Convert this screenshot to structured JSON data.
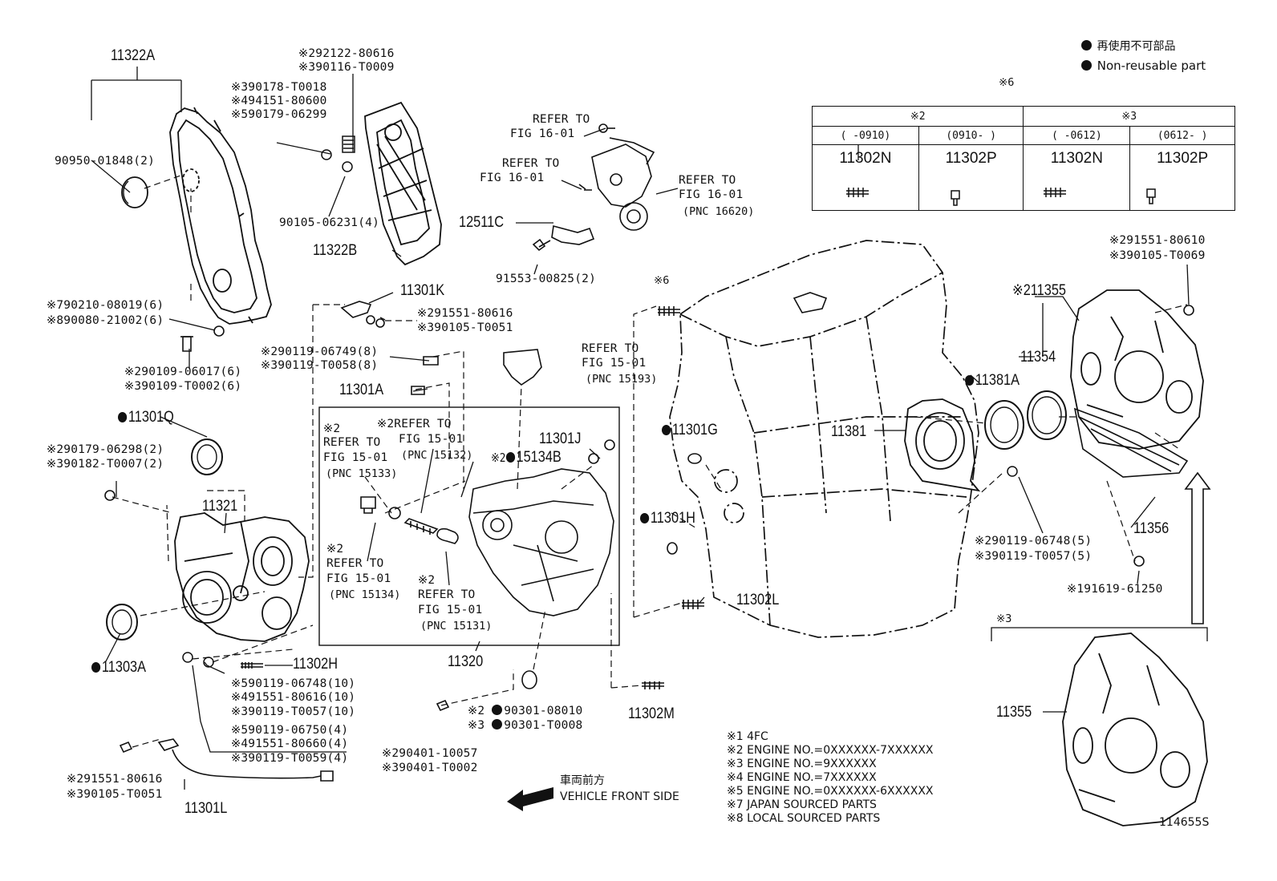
{
  "legend": {
    "line1": "再使用不可部品",
    "line2": "Non-reusable part"
  },
  "diagram_id": "114655S",
  "front_label": {
    "jp": "車両前方",
    "en": "VEHICLE FRONT SIDE"
  },
  "table": {
    "top_note": "※6",
    "groups": [
      "※2",
      "※3"
    ],
    "ranges": [
      "(    -0910)",
      "(0910-    )",
      "(    -0612)",
      "(0612-    )"
    ],
    "parts": [
      "11302N",
      "11302P",
      "11302N",
      "11302P"
    ]
  },
  "notes": [
    "※1 4FC",
    "※2 ENGINE NO.=0XXXXXX-7XXXXXX",
    "※3 ENGINE NO.=9XXXXXX",
    "※4 ENGINE NO.=7XXXXXX",
    "※5 ENGINE NO.=0XXXXXX-6XXXXXX",
    "※7 JAPAN SOURCED PARTS",
    "※8 LOCAL SOURCED PARTS"
  ],
  "labels": {
    "p11322A": "11322A",
    "p90950": "90950-01848(2)",
    "p292122": "※292122-80616",
    "p390116": "※390116-T0009",
    "p390178": "※390178-T0018",
    "p494151": "※494151-80600",
    "p590179": "※590179-06299",
    "p90105": "90105-06231(4)",
    "p11322B": "11322B",
    "ref1601a_1": "REFER TO",
    "ref1601a_2": "FIG 16-01",
    "ref1601b_1": "REFER TO",
    "ref1601b_2": "FIG 16-01",
    "ref1601c_1": "REFER TO",
    "ref1601c_2": "FIG 16-01",
    "ref1601c_3": "(PNC 16620)",
    "p12511C": "12511C",
    "p91553": "91553-00825(2)",
    "p790210": "※790210-08019(6)",
    "p890080": "※890080-21002(6)",
    "p290109": "※290109-06017(6)",
    "p390109": "※390109-T0002(6)",
    "p11301K": "11301K",
    "p291551a": "※291551-80616",
    "p390105a": "※390105-T0051",
    "p290119a": "※290119-06749(8)",
    "p390119a": "※390119-T0058(8)",
    "p11301A": "11301A",
    "ref1501a_1": "REFER TO",
    "ref1501a_2": "FIG 15-01",
    "ref1501a_3": "(PNC 15193)",
    "p11301Q": "11301Q",
    "p290179": "※290179-06298(2)",
    "p390182": "※390182-T0007(2)",
    "p11321": "11321",
    "ref15133_0": "※2",
    "ref15133_1": "REFER TO",
    "ref15133_2": "FIG 15-01",
    "ref15133_3": "(PNC 15133)",
    "ref15132_1": "※2REFER TO",
    "ref15132_2": "FIG 15-01",
    "ref15132_3": "(PNC 15132)",
    "p11301J": "11301J",
    "p15134B": "15134B",
    "p15134B_pre": "※2",
    "ref15134_0": "※2",
    "ref15134_1": "REFER TO",
    "ref15134_2": "FIG 15-01",
    "ref15134_3": "(PNC 15134)",
    "ref15131_0": "※2",
    "ref15131_1": "REFER TO",
    "ref15131_2": "FIG 15-01",
    "ref15131_3": "(PNC 15131)",
    "p11303A": "11303A",
    "p11302H": "11302H",
    "p590119a": "※590119-06748(10)",
    "p491551a": "※491551-80616(10)",
    "p390119b": "※390119-T0057(10)",
    "p590119b": "※590119-06750(4)",
    "p491551b": "※491551-80660(4)",
    "p390119c": "※390119-T0059(4)",
    "p291551b": "※291551-80616",
    "p390105b": "※390105-T0051",
    "p11301L": "11301L",
    "p11320": "11320",
    "p90301a_pre": "※2",
    "p90301a": "90301-08010",
    "p90301b_pre": "※3",
    "p90301b": "90301-T0008",
    "p290401": "※290401-10057",
    "p390401": "※390401-T0002",
    "p11302M": "11302M",
    "p11302L": "11302L",
    "note6": "※6",
    "p11301G": "11301G",
    "p11301H": "11301H",
    "p11381": "11381",
    "p11381A": "11381A",
    "p11354": "11354",
    "p11355a": "※211355",
    "p291551c": "※291551-80610",
    "p390105c": "※390105-T0069",
    "p11356": "11356",
    "p290119b": "※290119-06748(5)",
    "p390119d": "※390119-T0057(5)",
    "p191619": "※191619-61250",
    "note3": "※3",
    "p11355b": "11355"
  }
}
